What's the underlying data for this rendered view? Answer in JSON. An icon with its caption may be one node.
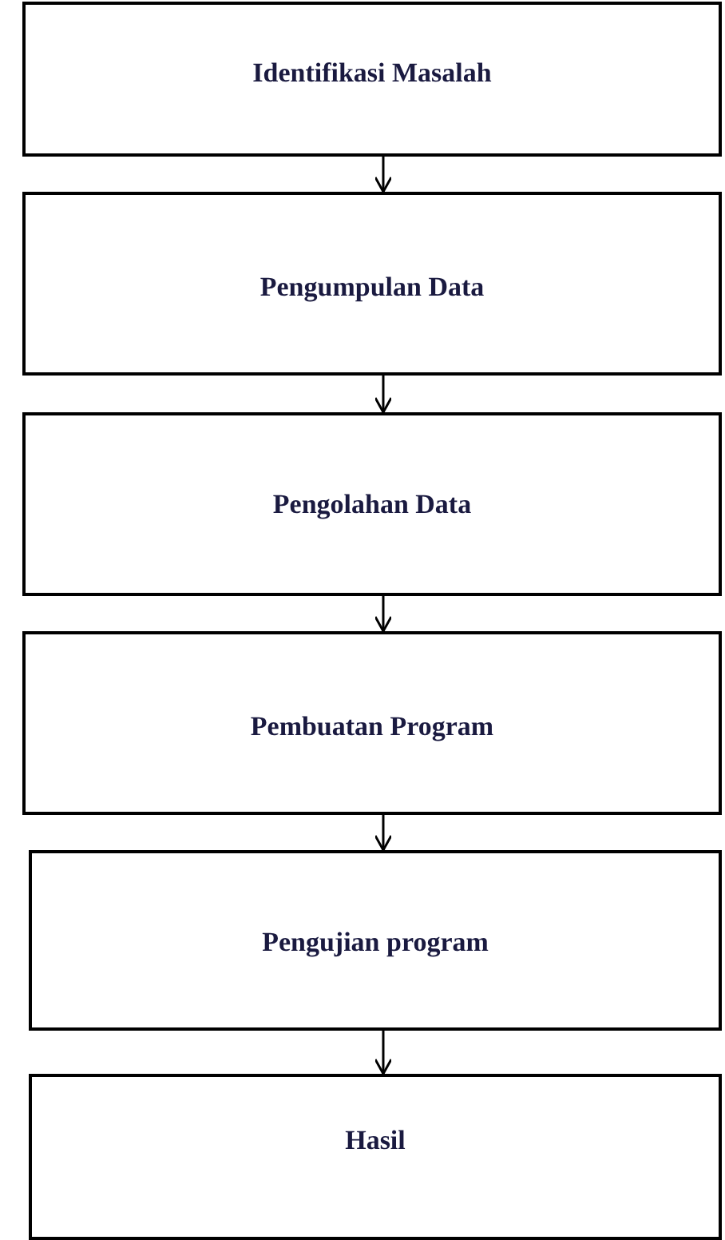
{
  "diagram": {
    "nodes": [
      {
        "text": [
          "Identifikasi Masalah"
        ]
      },
      {
        "text": [
          "Pengumpulan Data"
        ]
      },
      {
        "text": [
          "Pengolahan Data"
        ]
      },
      {
        "text": [
          "Pembuatan Program"
        ]
      },
      {
        "text": [
          "Pengujian program"
        ]
      },
      {
        "text": [
          "Hasil"
        ]
      }
    ],
    "edges": [
      {
        "from": 0,
        "to": 1,
        "arrow": "to"
      },
      {
        "from": 1,
        "to": 2,
        "arrow": "to"
      },
      {
        "from": 2,
        "to": 3,
        "arrow": "to"
      },
      {
        "from": 3,
        "to": 4,
        "arrow": "to"
      },
      {
        "from": 4,
        "to": 5,
        "arrow": "to"
      }
    ]
  }
}
